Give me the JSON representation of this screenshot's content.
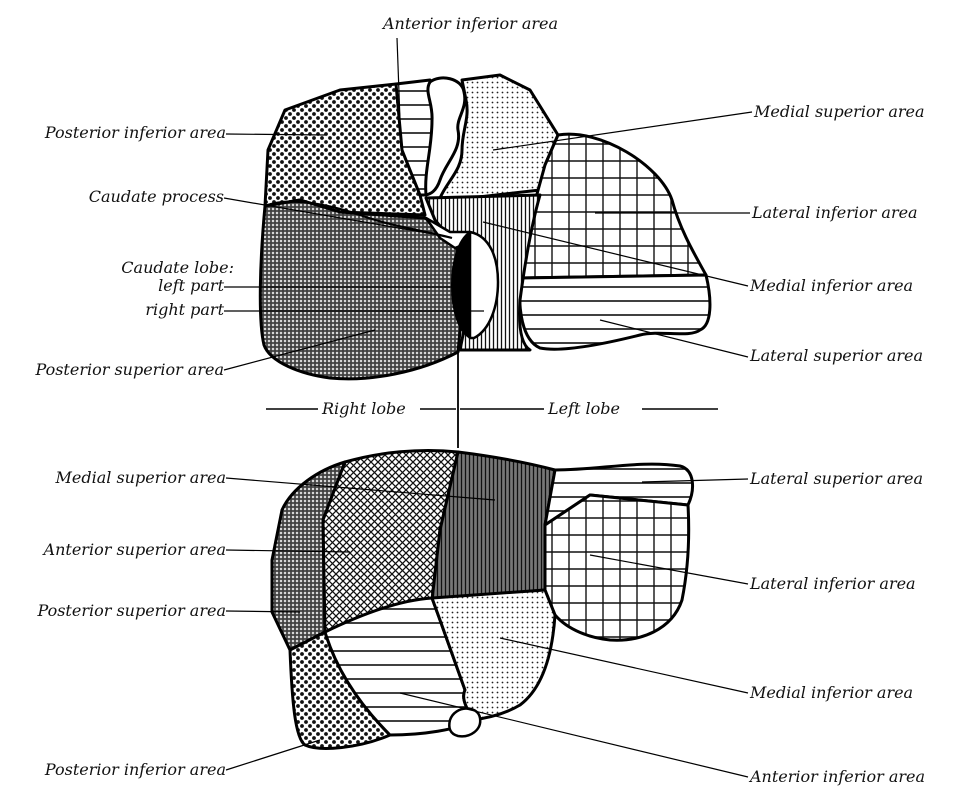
{
  "top_view": {
    "anterior_inferior_area": "Anterior inferior area",
    "posterior_inferior_area": "Posterior inferior area",
    "caudate_process": "Caudate process",
    "caudate_lobe": "Caudate lobe:",
    "left_part": "left part",
    "right_part": "right part",
    "posterior_superior_area": "Posterior superior area",
    "medial_superior_area": "Medial superior area",
    "lateral_inferior_area": "Lateral inferior area",
    "medial_inferior_area": "Medial inferior area",
    "lateral_superior_area": "Lateral superior area"
  },
  "divider": {
    "right_lobe": "Right lobe",
    "left_lobe": "Left lobe"
  },
  "bottom_view": {
    "medial_superior_area": "Medial superior area",
    "anterior_superior_area": "Anterior superior area",
    "posterior_superior_area": "Posterior superior area",
    "posterior_inferior_area": "Posterior inferior area",
    "lateral_superior_area": "Lateral superior area",
    "lateral_inferior_area": "Lateral inferior area",
    "medial_inferior_area": "Medial inferior area",
    "anterior_inferior_area": "Anterior inferior area"
  }
}
